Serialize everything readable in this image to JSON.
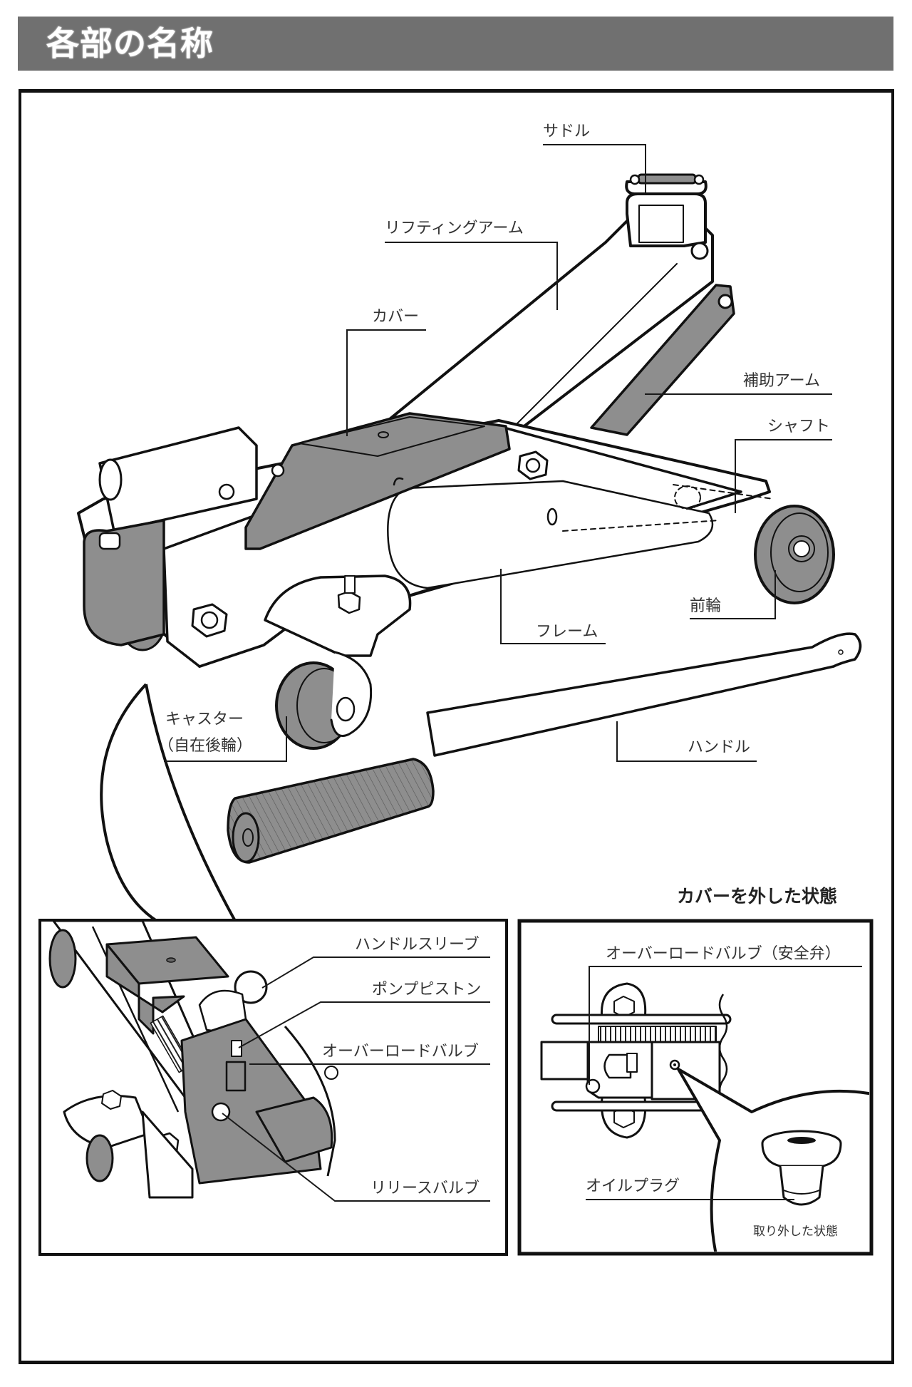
{
  "page": {
    "title": "各部の名称"
  },
  "main_diagram": {
    "labels": {
      "saddle": "サドル",
      "lifting_arm": "リフティングアーム",
      "cover": "カバー",
      "auxiliary_arm": "補助アーム",
      "shaft": "シャフト",
      "front_wheel": "前輪",
      "frame": "フレーム",
      "caster_line1": "キャスター",
      "caster_line2": "（自在後輪）",
      "handle": "ハンドル"
    }
  },
  "detail_left": {
    "labels": {
      "handle_sleeve": "ハンドルスリーブ",
      "pump_piston": "ポンプピストン",
      "overload_valve": "オーバーロードバルブ",
      "release_valve": "リリースバルブ"
    }
  },
  "detail_right": {
    "heading": "カバーを外した状態",
    "labels": {
      "overload_valve_safety": "オーバーロードバルブ（安全弁）",
      "oil_plug": "オイルプラグ",
      "removed_state": "取り外した状態"
    }
  },
  "colors": {
    "title_bar": "#707070",
    "part_gray": "#8e8e8e",
    "line": "#111111"
  }
}
